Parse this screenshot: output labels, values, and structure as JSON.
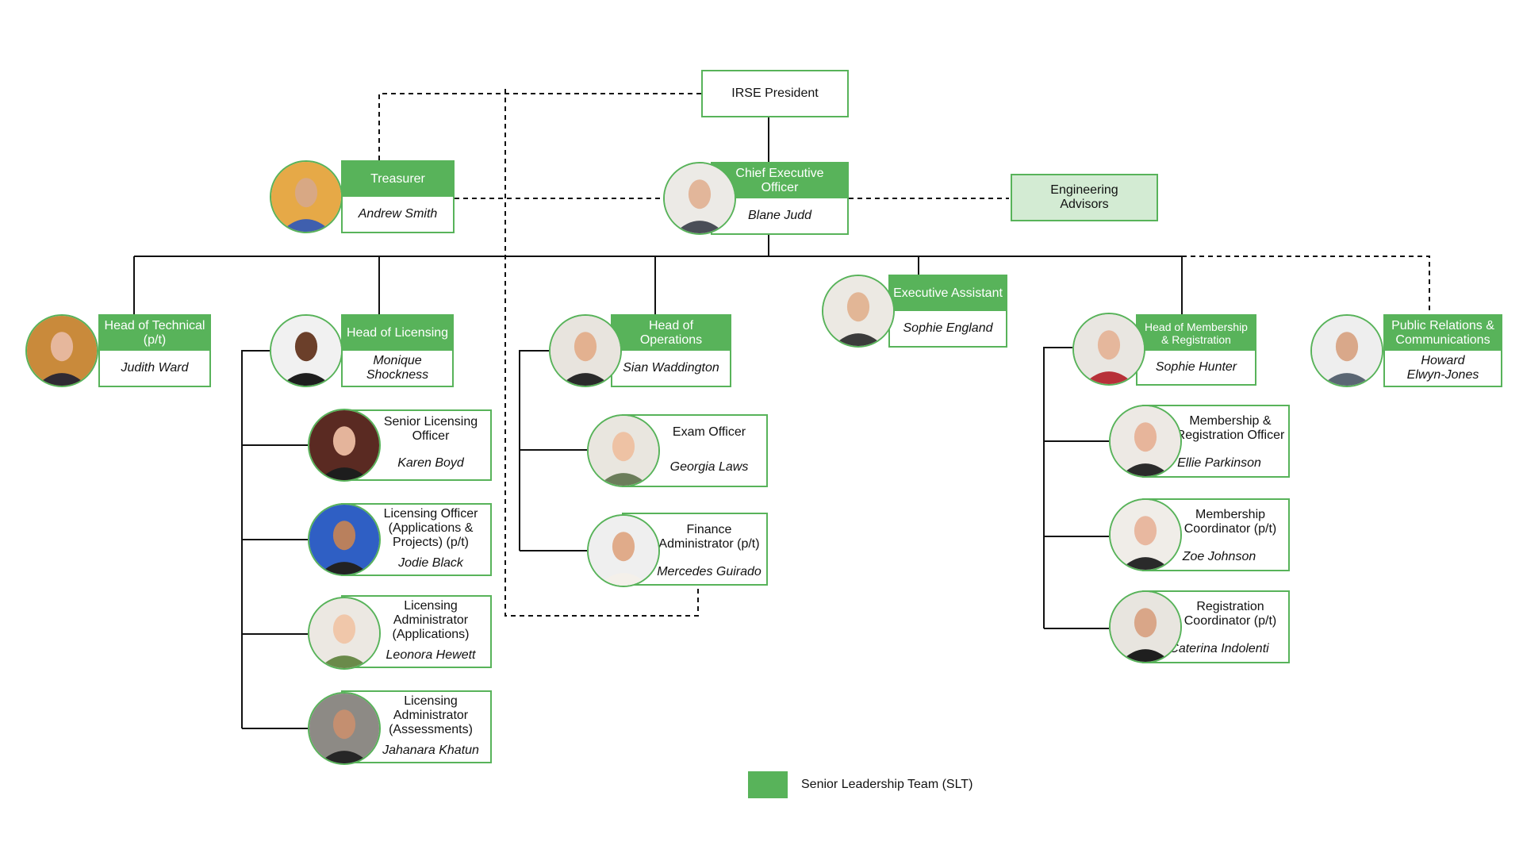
{
  "president": {
    "title": "IRSE President"
  },
  "advisors": {
    "title": "Engineering Advisors"
  },
  "people": [
    {
      "id": "treasurer",
      "title": "Treasurer",
      "name": "Andrew Smith",
      "slt": true
    },
    {
      "id": "ceo",
      "title": "Chief Executive Officer",
      "name": "Blane Judd",
      "slt": true
    },
    {
      "id": "head-technical",
      "title": "Head of Technical (p/t)",
      "name": "Judith Ward",
      "slt": true
    },
    {
      "id": "head-licensing",
      "title": "Head of Licensing",
      "name": "Monique Shockness",
      "slt": true
    },
    {
      "id": "head-operations",
      "title": "Head of Operations",
      "name": "Sian Waddington",
      "slt": true
    },
    {
      "id": "exec-assistant",
      "title": "Executive Assistant",
      "name": "Sophie England",
      "slt": true
    },
    {
      "id": "head-membership",
      "title": "Head of Membership & Registration",
      "name": "Sophie Hunter",
      "slt": true
    },
    {
      "id": "pr-comms",
      "title": "Public Relations & Communications",
      "name": "Howard Elwyn-Jones",
      "slt": true
    },
    {
      "id": "senior-licensing-officer",
      "title": "Senior Licensing Officer",
      "name": "Karen Boyd",
      "slt": false
    },
    {
      "id": "licensing-officer",
      "title": "Licensing Officer (Applications & Projects) (p/t)",
      "name": "Jodie Black",
      "slt": false
    },
    {
      "id": "licensing-admin-applications",
      "title": "Licensing Administrator (Applications)",
      "name": "Leonora Hewett",
      "slt": false
    },
    {
      "id": "licensing-admin-assessments",
      "title": "Licensing Administrator (Assessments)",
      "name": "Jahanara Khatun",
      "slt": false
    },
    {
      "id": "exam-officer",
      "title": "Exam Officer",
      "name": "Georgia Laws",
      "slt": false
    },
    {
      "id": "finance-admin",
      "title": "Finance Administrator (p/t)",
      "name": "Mercedes Guirado",
      "slt": false
    },
    {
      "id": "membership-officer",
      "title": "Membership & Registration Officer",
      "name": "Ellie Parkinson",
      "slt": false
    },
    {
      "id": "membership-coordinator",
      "title": "Membership Coordinator (p/t)",
      "name": "Zoe Johnson",
      "slt": false
    },
    {
      "id": "registration-coordinator",
      "title": "Registration Coordinator (p/t)",
      "name": "Caterina Indolenti",
      "slt": false
    }
  ],
  "legend": {
    "label": "Senior Leadership Team (SLT)",
    "color": "#58b35a"
  },
  "colors": {
    "accent": "#58b35a",
    "advisors_fill": "#d3ebd3",
    "line": "#111111"
  }
}
